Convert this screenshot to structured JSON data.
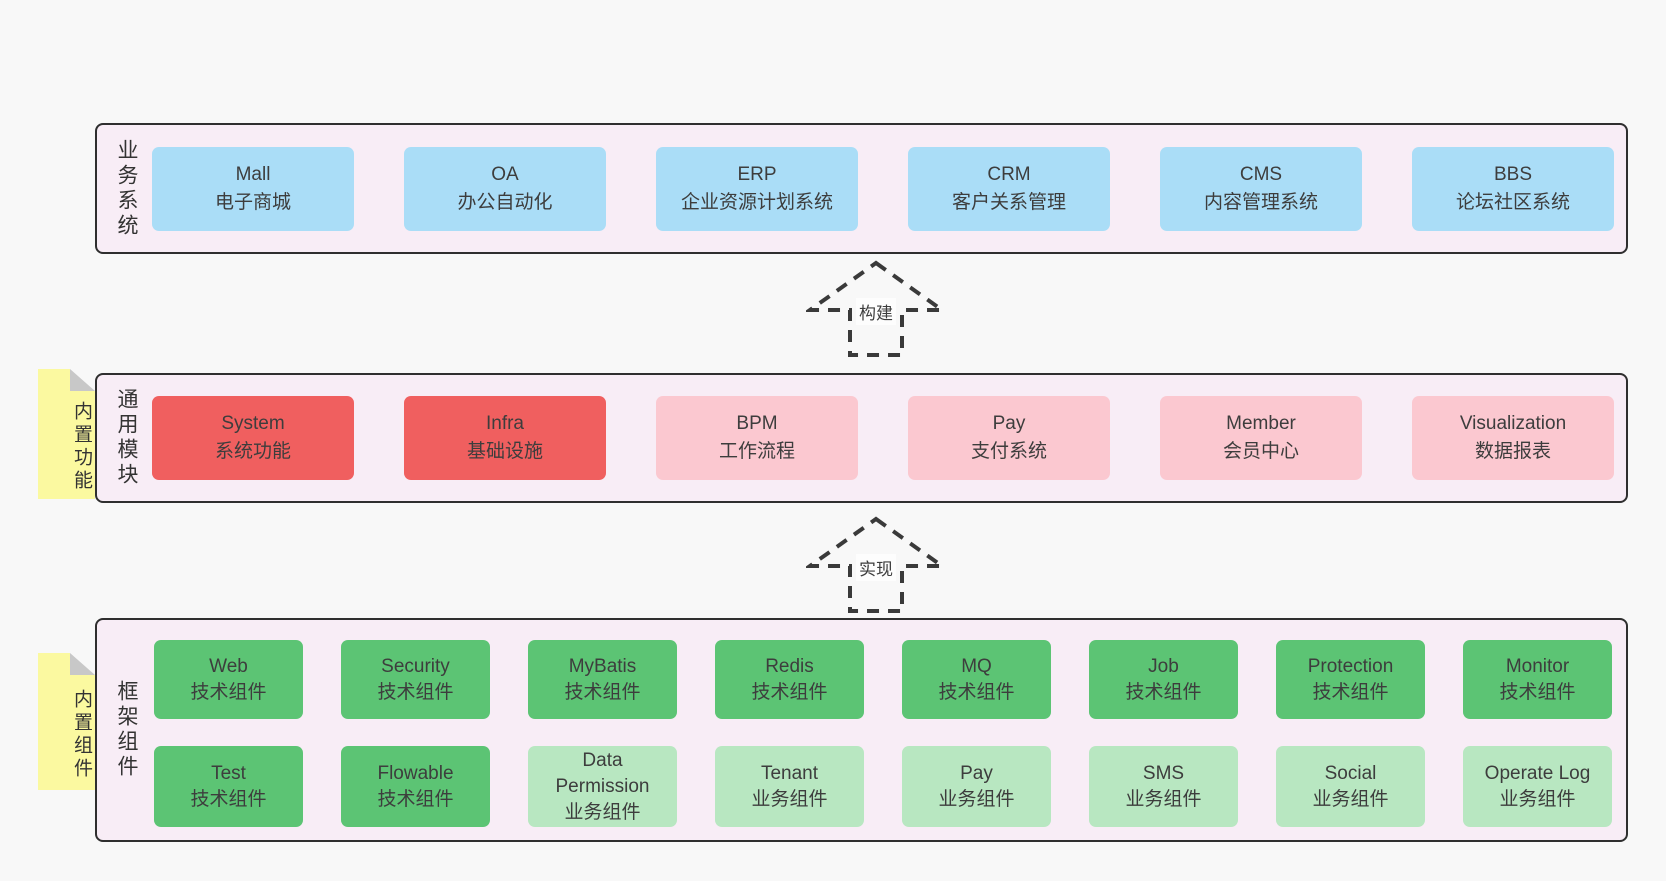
{
  "colors": {
    "page_bg": "#f8f8f8",
    "container_bg": "#f8edf6",
    "container_border": "#2f2f2f",
    "blue": "#aaddf7",
    "red": "#f05f5f",
    "pink": "#fbc8d0",
    "green_dark": "#5cc474",
    "green_light": "#b8e7c1",
    "note_yellow": "#fbf9a0",
    "note_fold_gray": "#c8c8c8",
    "text": "#3d3d3d"
  },
  "business_layer": {
    "label": "业务系统",
    "items": [
      {
        "name": "Mall",
        "desc": "电子商城",
        "variant": "blue"
      },
      {
        "name": "OA",
        "desc": "办公自动化",
        "variant": "blue"
      },
      {
        "name": "ERP",
        "desc": "企业资源计划系统",
        "variant": "blue"
      },
      {
        "name": "CRM",
        "desc": "客户关系管理",
        "variant": "blue"
      },
      {
        "name": "CMS",
        "desc": "内容管理系统",
        "variant": "blue"
      },
      {
        "name": "BBS",
        "desc": "论坛社区系统",
        "variant": "blue"
      }
    ]
  },
  "arrow_build": {
    "label": "构建"
  },
  "module_layer": {
    "label": "通用模块",
    "note": "内置功能",
    "items": [
      {
        "name": "System",
        "desc": "系统功能",
        "variant": "red"
      },
      {
        "name": "Infra",
        "desc": "基础设施",
        "variant": "red"
      },
      {
        "name": "BPM",
        "desc": "工作流程",
        "variant": "pink"
      },
      {
        "name": "Pay",
        "desc": "支付系统",
        "variant": "pink"
      },
      {
        "name": "Member",
        "desc": "会员中心",
        "variant": "pink"
      },
      {
        "name": "Visualization",
        "desc": "数据报表",
        "variant": "pink"
      }
    ]
  },
  "arrow_implement": {
    "label": "实现"
  },
  "component_layer": {
    "label": "框架组件",
    "note": "内置组件",
    "row1": [
      {
        "name": "Web",
        "desc": "技术组件",
        "variant": "green-dark"
      },
      {
        "name": "Security",
        "desc": "技术组件",
        "variant": "green-dark"
      },
      {
        "name": "MyBatis",
        "desc": "技术组件",
        "variant": "green-dark"
      },
      {
        "name": "Redis",
        "desc": "技术组件",
        "variant": "green-dark"
      },
      {
        "name": "MQ",
        "desc": "技术组件",
        "variant": "green-dark"
      },
      {
        "name": "Job",
        "desc": "技术组件",
        "variant": "green-dark"
      },
      {
        "name": "Protection",
        "desc": "技术组件",
        "variant": "green-dark"
      },
      {
        "name": "Monitor",
        "desc": "技术组件",
        "variant": "green-dark"
      }
    ],
    "row2": [
      {
        "name": "Test",
        "desc": "技术组件",
        "variant": "green-dark"
      },
      {
        "name": "Flowable",
        "desc": "技术组件",
        "variant": "green-dark"
      },
      {
        "name": "Data Permission",
        "desc": "业务组件",
        "variant": "green-light"
      },
      {
        "name": "Tenant",
        "desc": "业务组件",
        "variant": "green-light"
      },
      {
        "name": "Pay",
        "desc": "业务组件",
        "variant": "green-light"
      },
      {
        "name": "SMS",
        "desc": "业务组件",
        "variant": "green-light"
      },
      {
        "name": "Social",
        "desc": "业务组件",
        "variant": "green-light"
      },
      {
        "name": "Operate Log",
        "desc": "业务组件",
        "variant": "green-light"
      }
    ]
  }
}
